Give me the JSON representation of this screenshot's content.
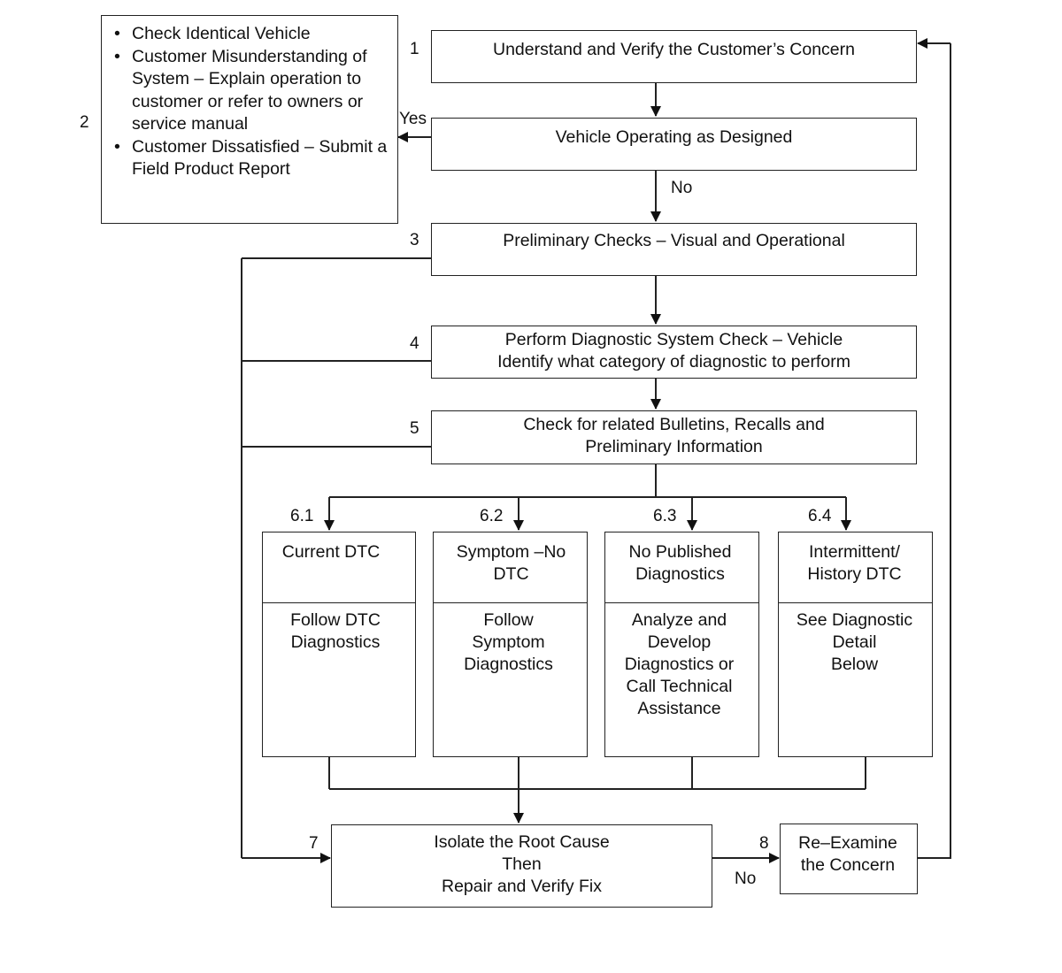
{
  "steps": {
    "s1": {
      "num": "1",
      "text": "Understand and Verify the Customer’s Concern"
    },
    "s2": {
      "num": "2",
      "bullets": [
        "Check Identical Vehicle",
        "Customer Misunderstanding of System – Explain operation to customer or refer to owners or service manual",
        "Customer Dissatisfied – Submit a Field Product Report"
      ]
    },
    "s2b": {
      "text": "Vehicle Operating as Designed"
    },
    "s3": {
      "num": "3",
      "text": "Preliminary Checks – Visual and Operational"
    },
    "s4": {
      "num": "4",
      "text": "Perform Diagnostic System Check – Vehicle\nIdentify what category of diagnostic to perform"
    },
    "s5": {
      "num": "5",
      "text": "Check for related Bulletins, Recalls and\nPreliminary Information"
    },
    "s61": {
      "num": "6.1",
      "title": "Current DTC",
      "body": "Follow DTC\nDiagnostics"
    },
    "s62": {
      "num": "6.2",
      "title": "Symptom –No\nDTC",
      "body": "Follow\nSymptom\nDiagnostics"
    },
    "s63": {
      "num": "6.3",
      "title": "No Published\nDiagnostics",
      "body": "Analyze and\nDevelop\nDiagnostics or\nCall Technical\nAssistance"
    },
    "s64": {
      "num": "6.4",
      "title": "Intermittent/\nHistory DTC",
      "body": "See Diagnostic\nDetail\nBelow"
    },
    "s7": {
      "num": "7",
      "text": "Isolate the Root Cause\nThen\nRepair and Verify Fix"
    },
    "s8": {
      "num": "8",
      "text": "Re–Examine\nthe Concern"
    }
  },
  "labels": {
    "yes": "Yes",
    "no1": "No",
    "no2": "No"
  }
}
